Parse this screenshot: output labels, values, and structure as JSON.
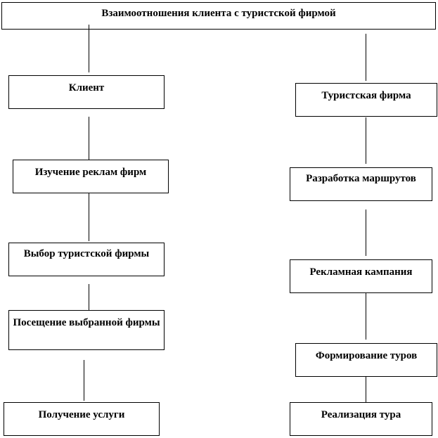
{
  "title": "Взаимоотношения клиента с туристской фирмой",
  "client_column": [
    "Клиент",
    "Изучение реклам фирм",
    "Выбор туристской фирмы",
    "Посещение выбранной фирмы",
    "Получение услуги"
  ],
  "firm_column": [
    "Туристская фирма",
    "Разработка маршрутов",
    "Рекламная кампания",
    "Формирование туров",
    "Реализация тура"
  ]
}
